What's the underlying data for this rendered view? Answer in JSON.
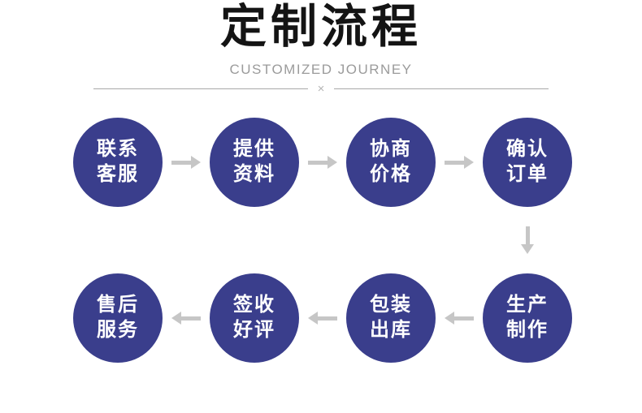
{
  "header": {
    "title": "定制流程",
    "subtitle": "CUSTOMIZED JOURNEY",
    "divider_mark": "×"
  },
  "flow": {
    "row1": [
      {
        "line1": "联系",
        "line2": "客服"
      },
      {
        "line1": "提供",
        "line2": "资料"
      },
      {
        "line1": "协商",
        "line2": "价格"
      },
      {
        "line1": "确认",
        "line2": "订单"
      }
    ],
    "row2": [
      {
        "line1": "售后",
        "line2": "服务"
      },
      {
        "line1": "签收",
        "line2": "好评"
      },
      {
        "line1": "包装",
        "line2": "出库"
      },
      {
        "line1": "生产",
        "line2": "制作"
      }
    ],
    "row1_direction": "right",
    "row2_direction": "left"
  },
  "colors": {
    "circle_fill": "#3a3e8c",
    "circle_text": "#ffffff",
    "arrow": "#c6c6c6",
    "title_text": "#141414",
    "subtitle_text": "#9b9b9b",
    "divider_line": "#a9a9a9"
  }
}
